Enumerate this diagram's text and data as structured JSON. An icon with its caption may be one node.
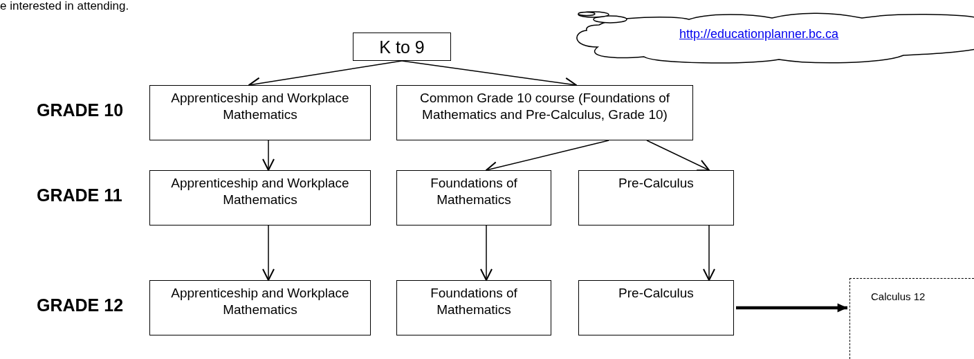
{
  "diagram": {
    "nodes": [
      {
        "text": [
          "K to 9"
        ]
      },
      {
        "text": [
          "http://educationplanner.bc.ca"
        ]
      },
      {
        "text": [
          "Apprenticeship and Workplace Mathematics"
        ]
      },
      {
        "text": [
          "Common Grade 10 course (Foundations of Mathematics and Pre-Calculus, Grade 10)"
        ]
      },
      {
        "text": [
          "Apprenticeship and Workplace Mathematics"
        ]
      },
      {
        "text": [
          "Foundations of Mathematics"
        ]
      },
      {
        "text": [
          "Pre-Calculus"
        ]
      },
      {
        "text": [
          "Apprenticeship and Workplace Mathematics"
        ]
      },
      {
        "text": [
          "Foundations of Mathematics"
        ]
      },
      {
        "text": [
          "Pre-Calculus"
        ]
      },
      {
        "text": [
          "Calculus 12"
        ]
      }
    ],
    "edges": [
      {
        "from": 0,
        "to": 2,
        "arrow": "to"
      },
      {
        "from": 0,
        "to": 3,
        "arrow": "to"
      },
      {
        "from": 2,
        "to": 4,
        "arrow": "to"
      },
      {
        "from": 3,
        "to": 5,
        "arrow": "to"
      },
      {
        "from": 3,
        "to": 6,
        "arrow": "to"
      },
      {
        "from": 4,
        "to": 7,
        "arrow": "to"
      },
      {
        "from": 5,
        "to": 8,
        "arrow": "to"
      },
      {
        "from": 6,
        "to": 9,
        "arrow": "to"
      },
      {
        "from": 9,
        "to": 10,
        "arrow": "to",
        "style": "thick"
      }
    ],
    "labels": [
      "e interested in attending.",
      "GRADE 10",
      "GRADE 11",
      "GRADE 12"
    ]
  }
}
